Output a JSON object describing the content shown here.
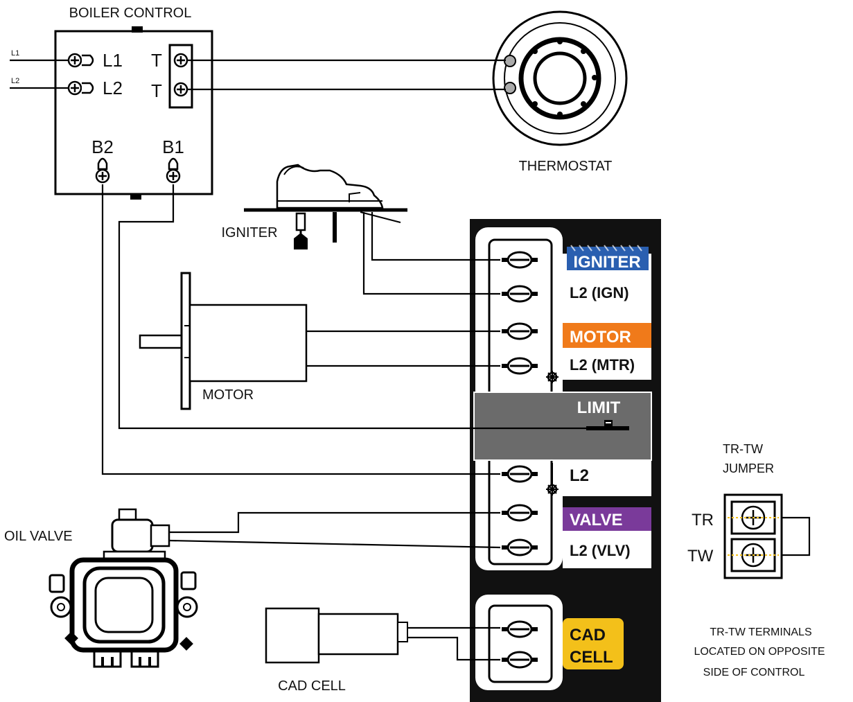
{
  "boiler_control": {
    "title": "BOILER CONTROL",
    "line_l1": "L1",
    "line_l2": "L2",
    "terminal_l1": "L1",
    "terminal_l2": "L2",
    "terminal_t_top": "T",
    "terminal_t_bottom": "T",
    "terminal_b2": "B2",
    "terminal_b1": "B1"
  },
  "thermostat": {
    "label": "THERMOSTAT"
  },
  "igniter": {
    "label": "IGNITER"
  },
  "motor": {
    "label": "MOTOR"
  },
  "oil_valve": {
    "label": "OIL VALVE"
  },
  "cad_cell": {
    "label": "CAD CELL"
  },
  "control_panel": {
    "tags": {
      "igniter": "IGNITER",
      "l2_ign": "L2 (IGN)",
      "motor": "MOTOR",
      "l2_mtr": "L2 (MTR)",
      "limit": "LIMIT",
      "l2": "L2",
      "valve": "VALVE",
      "l2_vlv": "L2 (VLV)",
      "cad_line1": "CAD",
      "cad_line2": "CELL"
    },
    "colors": {
      "igniter": "#2a5fb0",
      "motor": "#f07a1a",
      "valve": "#7a3a9a",
      "cad": "#f3c01a",
      "limit": "#6b6b6b",
      "panel": "#111111"
    }
  },
  "jumper": {
    "title_line1": "TR-TW",
    "title_line2": "JUMPER",
    "tr": "TR",
    "tw": "TW"
  },
  "note": {
    "line1": "TR-TW TERMINALS",
    "line2": "LOCATED ON OPPOSITE",
    "line3": "SIDE OF CONTROL"
  }
}
